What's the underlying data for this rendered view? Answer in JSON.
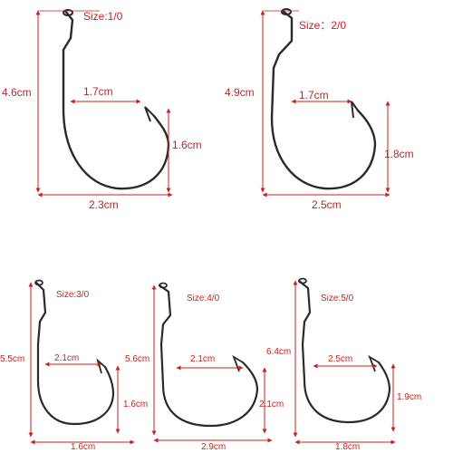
{
  "colors": {
    "annotation": "#cc1f1f",
    "hook": "#2a2a2a",
    "background": "#ffffff"
  },
  "hooks": [
    {
      "size": "Size:1/0",
      "length": "4.6cm",
      "gap": "1.7cm",
      "bend": "1.6cm",
      "width": "2.3cm"
    },
    {
      "size": "Size：2/0",
      "length": "4.9cm",
      "gap": "1.7cm",
      "bend": "1.8cm",
      "width": "2.5cm"
    },
    {
      "size": "Size:3/0",
      "length": "5.5cm",
      "gap": "2.1cm",
      "bend": "1.6cm",
      "width": "1.6cm"
    },
    {
      "size": "Size:4/0",
      "length": "5.6cm",
      "gap": "2.1cm",
      "bend": "2.1cm",
      "width": "2.9cm"
    },
    {
      "size": "Size:5/0",
      "length": "6.4cm",
      "gap": "2.5cm",
      "bend": "1.9cm",
      "width": "1.8cm"
    }
  ]
}
